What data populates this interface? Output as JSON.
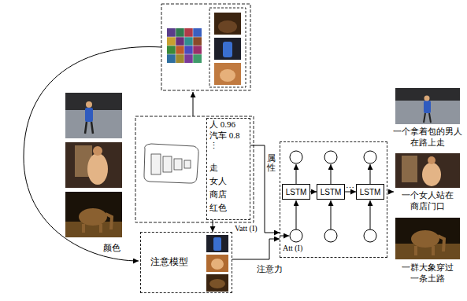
{
  "diagram": {
    "nodes": [
      {
        "text": [
          "人 0.96",
          "汽车 0.8",
          "⋮",
          "走",
          "女人",
          "商店",
          "红色"
        ]
      },
      {
        "text": [
          "…"
        ]
      },
      {
        "text": [
          "LSTM"
        ],
        "in": 1
      },
      {
        "text": [
          "LSTM"
        ],
        "in": 1
      },
      {
        "text": [
          "LSTM"
        ],
        "in": 1
      },
      {
        "text": [
          "注意模型"
        ]
      }
    ],
    "edges": [
      {
        "from": 0,
        "to": 1,
        "arrow": "to",
        "label": "属性"
      },
      {
        "from": 0,
        "to": 5,
        "arrow": "to"
      },
      {
        "from": 5,
        "to": 1,
        "arrow": "to",
        "label": "注意力"
      },
      {
        "from": 2,
        "to": 3,
        "arrow": "to"
      },
      {
        "from": 3,
        "to": 4,
        "arrow": "to"
      }
    ],
    "labels": [
      "Vatt (I)",
      "Att (I)",
      "颜色",
      "一个拿着包的男人 在路上走",
      "一个女人站在 商店门口",
      "一群大象穿过 一条土路"
    ]
  }
}
